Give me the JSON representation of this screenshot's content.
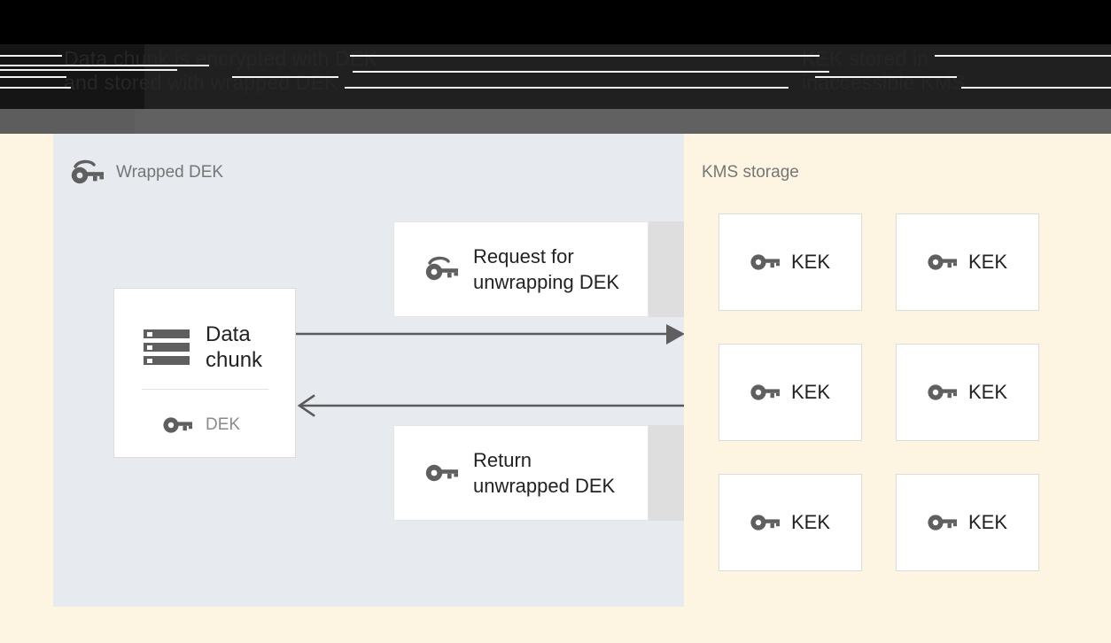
{
  "header": {
    "left_caption": "Data chunk is encrypted with DEK\nand stored with wrapped DEK",
    "right_caption": "KEK stored in\ninaccessible KMS"
  },
  "left_panel": {
    "title": "Wrapped DEK",
    "title_icon": "wrapped-key-icon",
    "background_color": "#e7eaee",
    "data_card": {
      "icon": "storage-chunk-icon",
      "title": "Data\nchunk",
      "key_icon": "key-icon",
      "key_label": "DEK"
    },
    "messages": [
      {
        "icon": "wrapped-key-icon",
        "label": "Request for\nunwrapping DEK"
      },
      {
        "icon": "key-icon",
        "label": "Return\nunwrapped DEK"
      }
    ],
    "arrows": [
      {
        "name": "request-arrow",
        "direction": "right"
      },
      {
        "name": "return-arrow",
        "direction": "left"
      }
    ]
  },
  "right_panel": {
    "title": "KMS storage",
    "background_color": "#fdf5e1",
    "keys": [
      {
        "icon": "key-icon",
        "label": "KEK"
      },
      {
        "icon": "key-icon",
        "label": "KEK"
      },
      {
        "icon": "key-icon",
        "label": "KEK"
      },
      {
        "icon": "key-icon",
        "label": "KEK"
      },
      {
        "icon": "key-icon",
        "label": "KEK"
      },
      {
        "icon": "key-icon",
        "label": "KEK"
      }
    ]
  },
  "colors": {
    "page_background": "#fdf5e1",
    "left_panel": "#e7eaee",
    "card_white": "#ffffff",
    "backing_gray": "#dedede",
    "icon_gray": "#5f5f5f",
    "arrow_gray": "#5a5a5a",
    "title_gray": "#767676",
    "text_dark": "#222222",
    "header_black": "#000000",
    "header_dark": "#202020",
    "header_gray": "#616161"
  }
}
